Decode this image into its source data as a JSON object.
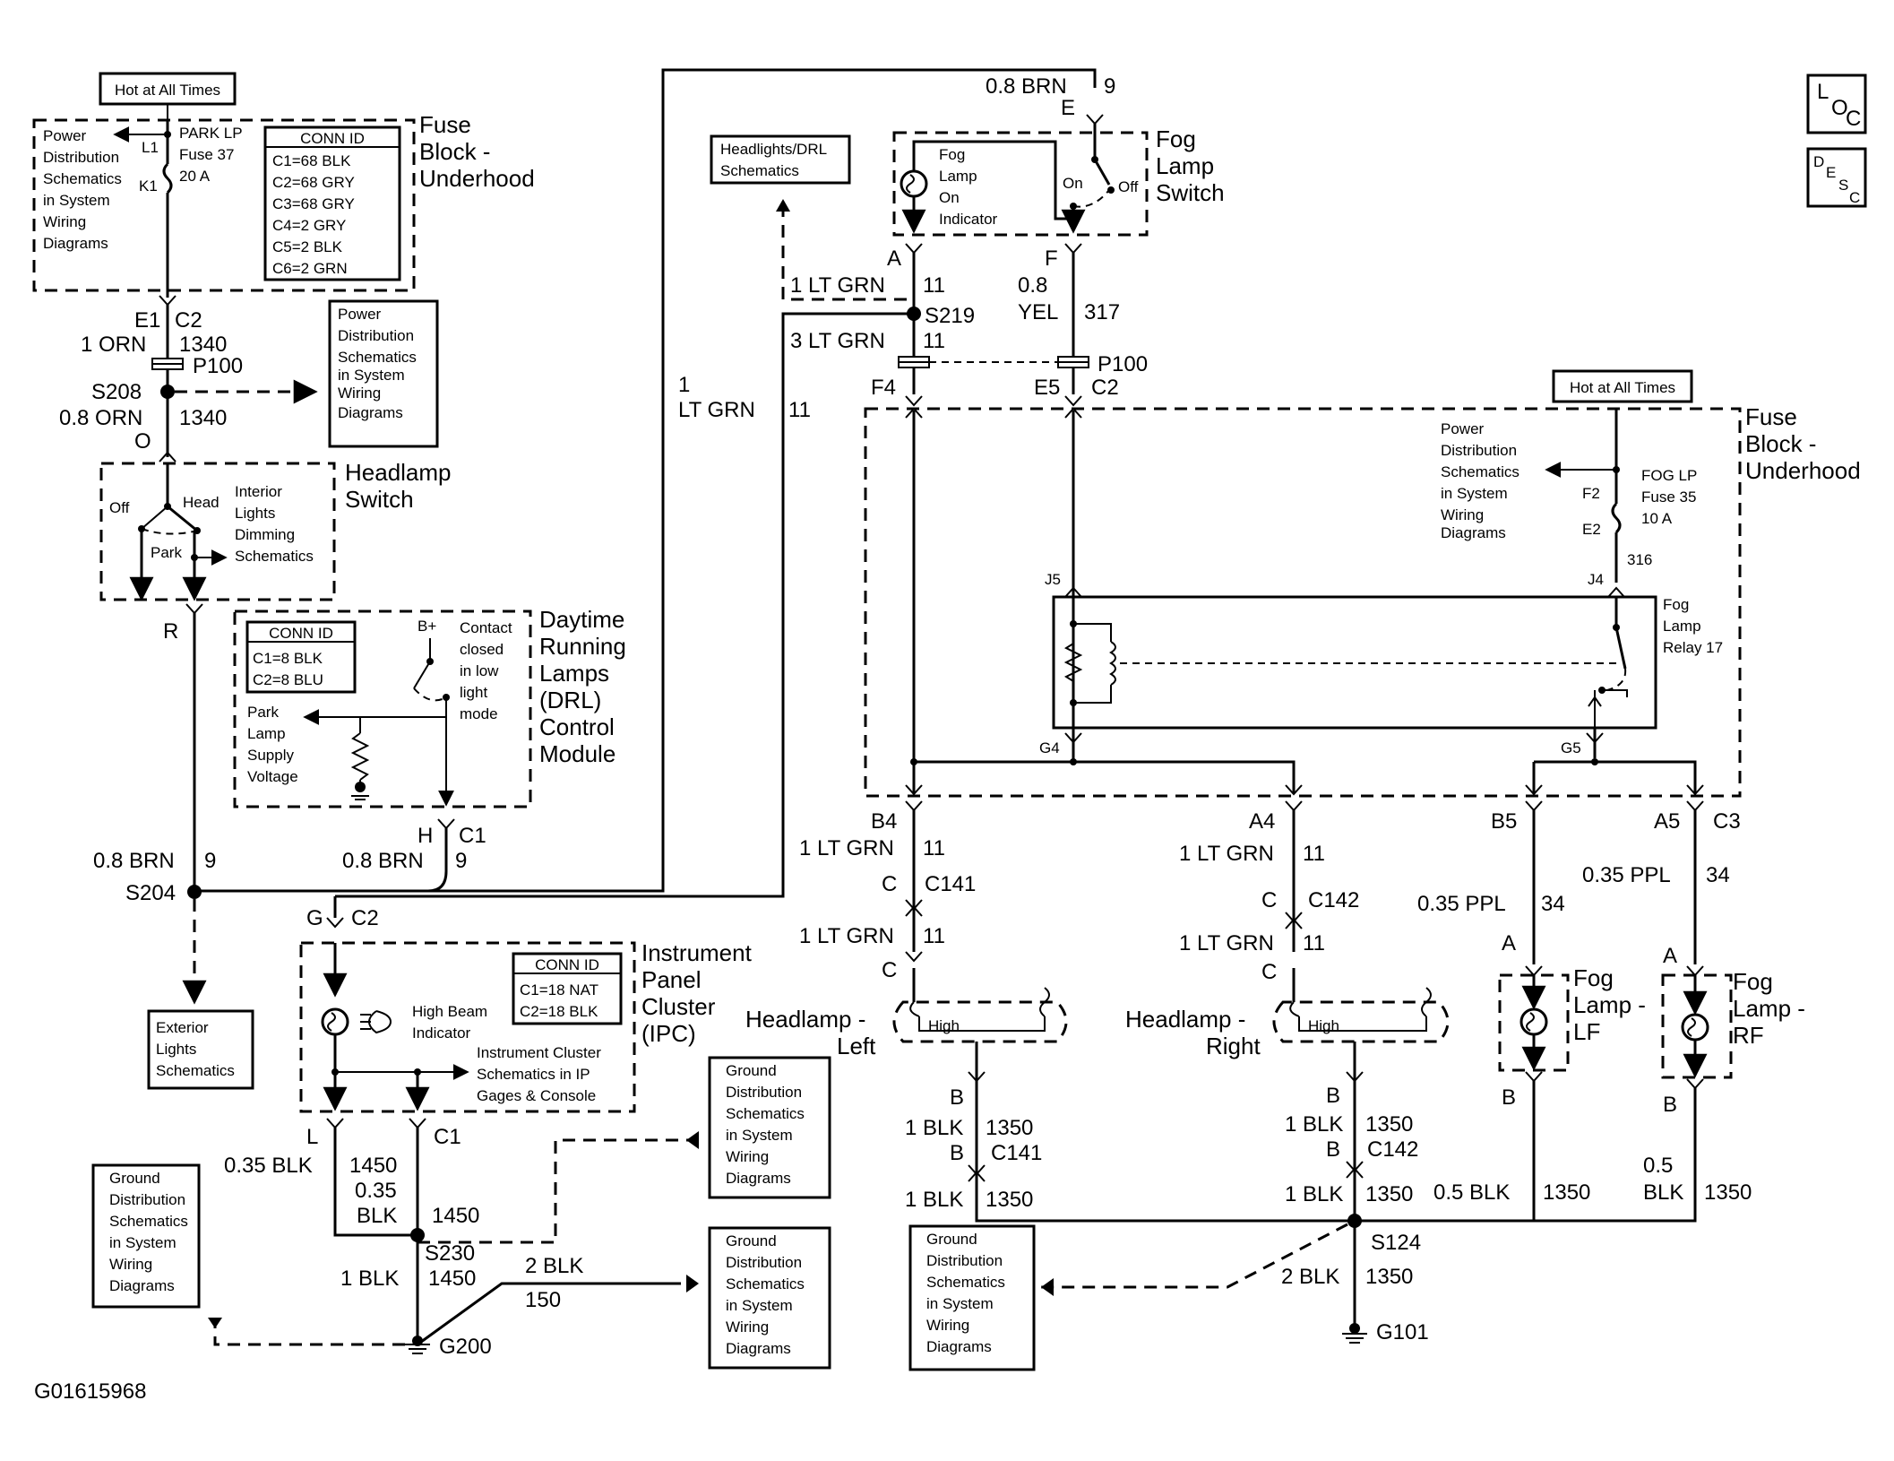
{
  "page": {
    "figure_code": "G01615968"
  },
  "corner_icons": {
    "loc": [
      "L",
      "O",
      "C"
    ],
    "desc": [
      "D",
      "E",
      "S",
      "C"
    ]
  },
  "labels": {
    "hot_at_all_times_left": "Hot at All Times",
    "hot_at_all_times_right": "Hot at All Times",
    "pd_left": [
      "Power",
      "Distribution",
      "Schematics",
      "in System",
      "Wiring",
      "Diagrams"
    ],
    "park_fuse": [
      "PARK LP",
      "Fuse 37",
      "20 A"
    ],
    "l1": "L1",
    "k1": "K1",
    "conn_id_fuse": [
      "CONN ID",
      "C1=68 BLK",
      "C2=68 GRY",
      "C3=68 GRY",
      "C4=2 GRY",
      "C5=2 BLK",
      "C6=2 GRN"
    ],
    "fuse_block_left": [
      "Fuse",
      "Block -",
      "Underhood"
    ],
    "e1": "E1",
    "c2_left": "C2",
    "wire_1orn": "1 ORN",
    "c1340a": "1340",
    "p100_left": "P100",
    "pd_box2": [
      "Power",
      "Distribution",
      "Schematics",
      "in System",
      "Wiring",
      "Diagrams"
    ],
    "s208": "S208",
    "wire_08orn": "0.8 ORN",
    "c1340b": "1340",
    "o": "O",
    "hs_off": "Off",
    "hs_head": "Head",
    "hs_park": "Park",
    "ild": [
      "Interior",
      "Lights",
      "Dimming",
      "Schematics"
    ],
    "headlamp_switch": [
      "Headlamp",
      "Switch"
    ],
    "r": "R",
    "conn_id_drl": [
      "CONN ID",
      "C1=8 BLK",
      "C2=8 BLU"
    ],
    "bplus": "B+",
    "contact": [
      "Contact",
      "closed",
      "in low",
      "light",
      "mode"
    ],
    "park_supply": [
      "Park",
      "Lamp",
      "Supply",
      "Voltage"
    ],
    "drl_title": [
      "Daytime",
      "Running",
      "Lamps",
      "(DRL)",
      "Control",
      "Module"
    ],
    "h": "H",
    "c1_drl": "C1",
    "w08brn_a": "0.8 BRN",
    "c9a": "9",
    "w08brn_b": "0.8 BRN",
    "c9b": "9",
    "s204": "S204",
    "ext_lights": [
      "Exterior",
      "Lights",
      "Schematics"
    ],
    "g": "G",
    "c2_ipc": "C2",
    "conn_id_ipc": [
      "CONN ID",
      "C1=18 NAT",
      "C2=18 BLK"
    ],
    "ipc_title": [
      "Instrument",
      "Panel",
      "Cluster",
      "(IPC)"
    ],
    "high_beam": [
      "High Beam",
      "Indicator"
    ],
    "ic_schem": [
      "Instrument Cluster",
      "Schematics in IP",
      "Gages & Console"
    ],
    "l": "L",
    "c1_ipc": "C1",
    "w035blk": "0.35 BLK",
    "c1450a": "1450",
    "w035blk_b": [
      "0.35",
      "BLK"
    ],
    "c1450b": "1450",
    "s230": "S230",
    "w1blk_g": "1 BLK",
    "c1450c": "1450",
    "w2blk_g": "2 BLK",
    "c150": "150",
    "g200": "G200",
    "gd": [
      "Ground",
      "Distribution",
      "Schematics",
      "in System",
      "Wiring",
      "Diagrams"
    ],
    "w08brn_top": "0.8 BRN",
    "c9top": "9",
    "e_top": "E",
    "fog_on_ind": [
      "Fog",
      "Lamp",
      "On",
      "Indicator"
    ],
    "fs_on": "On",
    "fs_off": "Off",
    "fog_switch": [
      "Fog",
      "Lamp",
      "Switch"
    ],
    "hl_drl": [
      "Headlights/DRL",
      "Schematics"
    ],
    "a_top": "A",
    "f_top": "F",
    "w1ltgrn_a": "1 LT GRN",
    "c11a": "11",
    "s219": "S219",
    "w08": "0.8",
    "wyel": "YEL",
    "c317": "317",
    "w3ltgrn": "3 LT GRN",
    "c11b": "11",
    "p100_right": "P100",
    "f4": "F4",
    "e5": "E5",
    "c2_right": "C2",
    "w1_left": "1",
    "ltgrn_left": "LT GRN",
    "c11_left": "11",
    "fuse_block_right": [
      "Fuse",
      "Block -",
      "Underhood"
    ],
    "pd_right": [
      "Power",
      "Distribution",
      "Schematics",
      "in System",
      "Wiring",
      "Diagrams"
    ],
    "fog_fuse": [
      "FOG LP",
      "Fuse 35",
      "10 A"
    ],
    "f2": "F2",
    "e2": "E2",
    "c316": "316",
    "j5": "J5",
    "j4": "J4",
    "fog_relay": [
      "Fog",
      "Lamp",
      "Relay 17"
    ],
    "g4": "G4",
    "g5": "G5",
    "b4": "B4",
    "a4": "A4",
    "b5": "B5",
    "a5": "A5",
    "c3": "C3",
    "hl_wire1": "1 LT GRN",
    "hl_c11_1": "11",
    "c_1": "C",
    "c141a": "C141",
    "hl_wire2": "1 LT GRN",
    "hl_c11_2": "11",
    "c_2": "C",
    "hr_wire1": "1 LT GRN",
    "hr_c11_1": "11",
    "c_3": "C",
    "c142a": "C142",
    "hr_wire2": "1 LT GRN",
    "hr_c11_2": "11",
    "c_4": "C",
    "w035ppl_a": "0.35 PPL",
    "c34a": "34",
    "w035ppl_b": "0.35 PPL",
    "c34b": "34",
    "a_lf": "A",
    "a_rf": "A",
    "headlamp_left": [
      "Headlamp -",
      "Left"
    ],
    "headlamp_right": [
      "Headlamp -",
      "Right"
    ],
    "high": "High",
    "fog_lf": [
      "Fog",
      "Lamp -",
      "LF"
    ],
    "fog_rf": [
      "Fog",
      "Lamp -",
      "RF"
    ],
    "b_1": "B",
    "b_2": "B",
    "b_3": "B",
    "b_4": "B",
    "w1blk_1": "1 BLK",
    "c1350_1": "1350",
    "b_c141": "B",
    "c141b": "C141",
    "w1blk_2": "1 BLK",
    "c1350_2": "1350",
    "w1blk_3": "1 BLK",
    "c1350_3": "1350",
    "b_c142": "B",
    "c142b": "C142",
    "w1blk_4": "1 BLK",
    "c1350_4": "1350",
    "w05blk": "0.5 BLK",
    "c1350_5": "1350",
    "w05": "0.5",
    "wblk": "BLK",
    "c1350_6": "1350",
    "s124": "S124",
    "w2blk": "2 BLK",
    "c1350_7": "1350",
    "g101": "G101"
  }
}
